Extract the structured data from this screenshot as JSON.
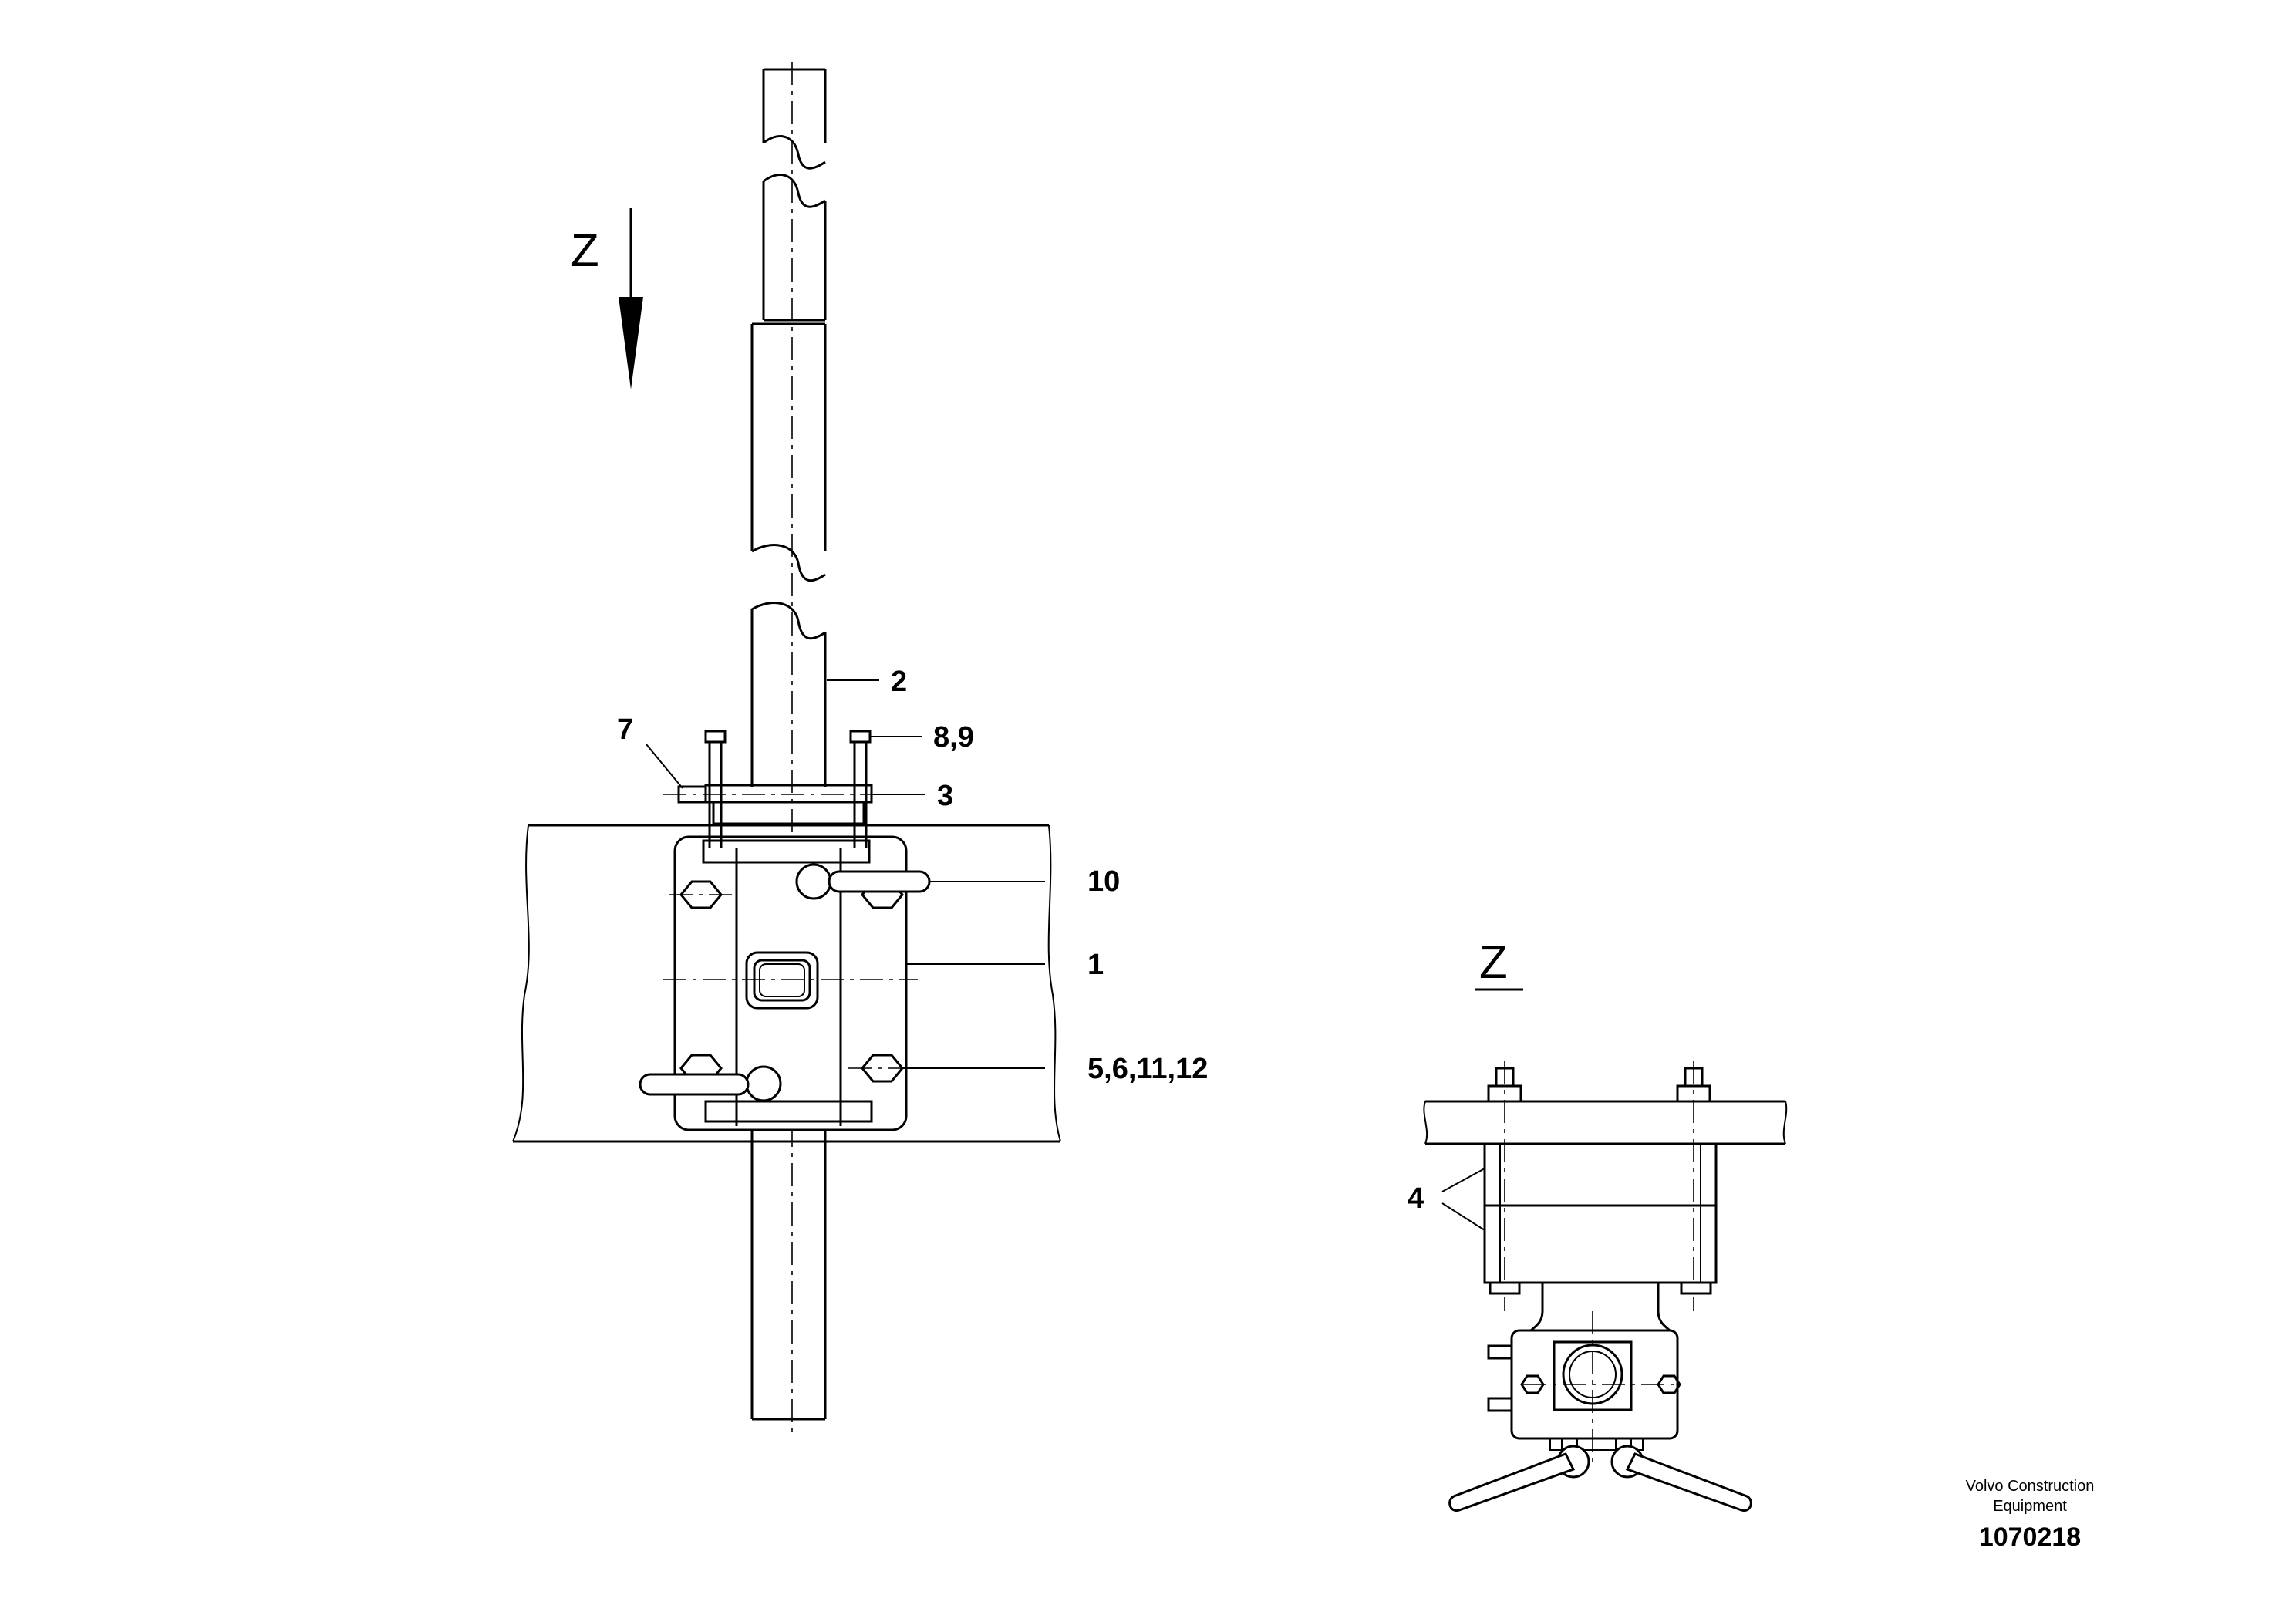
{
  "view": {
    "marker": "Z",
    "section_title": "Z"
  },
  "callouts": {
    "c1": "1",
    "c2": "2",
    "c3": "3",
    "c4": "4",
    "c7": "7",
    "c89": "8,9",
    "c10": "10",
    "c561112": "5,6,11,12"
  },
  "footer": {
    "brand_line1": "Volvo Construction",
    "brand_line2": "Equipment",
    "doc_number": "1070218"
  }
}
